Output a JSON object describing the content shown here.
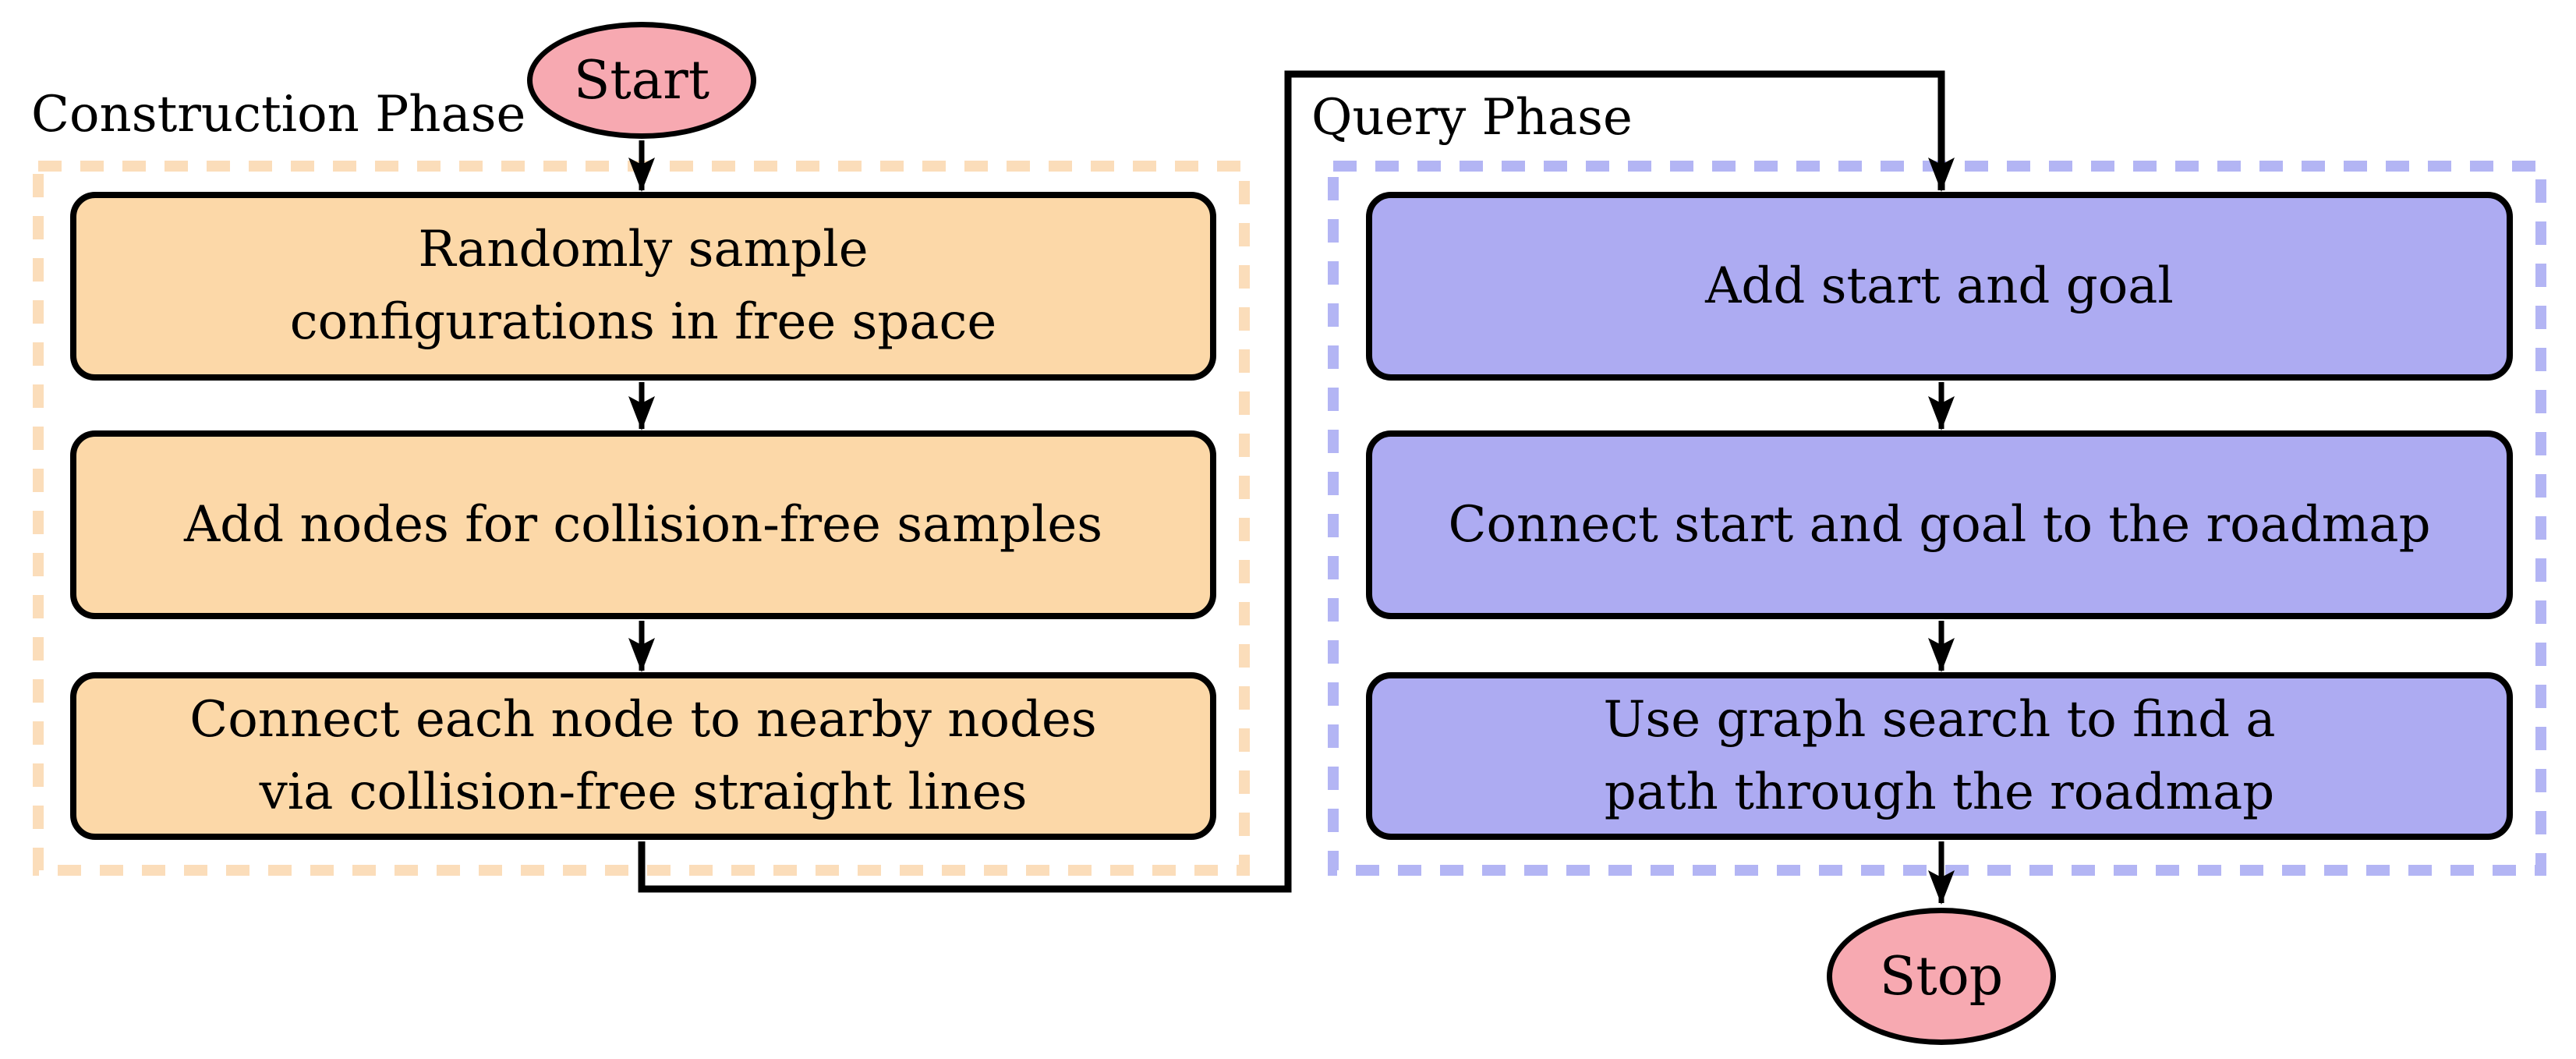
{
  "terminals": {
    "start": "Start",
    "stop": "Stop"
  },
  "construction_phase": {
    "label": "Construction Phase",
    "steps": [
      "Randomly sample\nconfigurations in free space",
      "Add nodes for collision-free samples",
      "Connect each node to nearby nodes\nvia collision-free straight lines"
    ]
  },
  "query_phase": {
    "label": "Query Phase",
    "steps": [
      "Add start and goal",
      "Connect start and goal to the roadmap",
      "Use graph search to find a\npath through the roadmap"
    ]
  },
  "colors": {
    "construction_fill": "#FCD8A8",
    "construction_dash": "#FBDDBA",
    "query_fill": "#ADABF2",
    "query_dash": "#B3B5F4",
    "terminal_fill": "#F7A9B1",
    "line": "#000000",
    "bg": "#FFFFFF"
  }
}
